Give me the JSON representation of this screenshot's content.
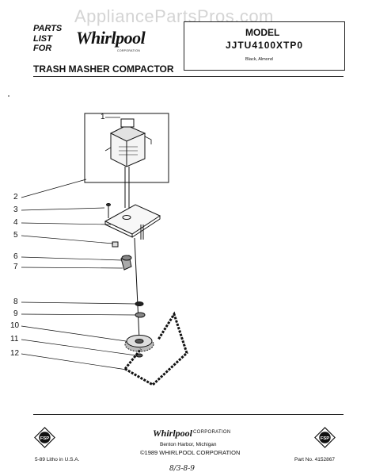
{
  "watermark": "AppliancePartsPros.com",
  "header": {
    "parts_lines": [
      "PARTS",
      "LIST",
      "FOR"
    ],
    "brand": "Whirlpool",
    "brand_corp": "CORPORATION",
    "product": "TRASH MASHER COMPACTOR"
  },
  "model": {
    "label": "MODEL",
    "number": "JJTU4100XTP0",
    "colors": "Black, Almond"
  },
  "diagram": {
    "callouts": [
      "1",
      "2",
      "3",
      "4",
      "5",
      "6",
      "7",
      "8",
      "9",
      "10",
      "11",
      "12"
    ]
  },
  "footer": {
    "brand": "Whirlpool",
    "brand_corp": "CORPORATION",
    "address": "Benton Harbor, Michigan",
    "copyright": "©1989 WHIRLPOOL CORPORATION",
    "litho": "5-89 Litho in U.S.A.",
    "part_no": "Part No. 4152867",
    "badge_text": "FSP",
    "handwritten": "8/3-8-9"
  }
}
